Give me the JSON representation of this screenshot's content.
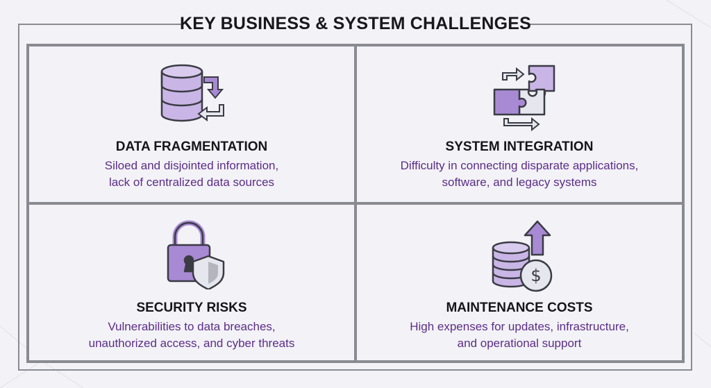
{
  "header": {
    "title": "KEY BUSINESS & SYSTEM CHALLENGES"
  },
  "cards": [
    {
      "title": "DATA FRAGMENTATION",
      "desc_line1": "Siloed and disjointed information,",
      "desc_line2": "lack of centralized data sources",
      "icon": "database-sync-icon"
    },
    {
      "title": "SYSTEM INTEGRATION",
      "desc_line1": "Difficulty in connecting disparate applications,",
      "desc_line2": "software, and legacy systems",
      "icon": "puzzle-pieces-icon"
    },
    {
      "title": "SECURITY RISKS",
      "desc_line1": "Vulnerabilities to data breaches,",
      "desc_line2": "unauthorized access, and cyber threats",
      "icon": "padlock-shield-icon"
    },
    {
      "title": "MAINTENANCE COSTS",
      "desc_line1": "High expenses for updates, infrastructure,",
      "desc_line2": "and operational support",
      "icon": "coins-dollar-arrow-icon"
    }
  ],
  "colors": {
    "accent": "#b8a0db",
    "accent_dark": "#5c2d86",
    "frame": "#8a8b91",
    "icon_stroke": "#3b3b44"
  }
}
